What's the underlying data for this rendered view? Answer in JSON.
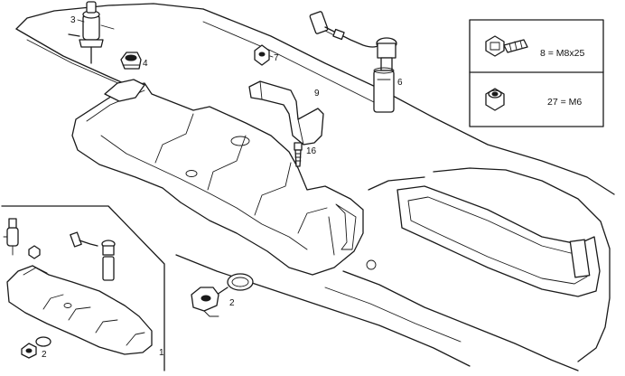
{
  "callouts": {
    "c3": "3",
    "c4": "4",
    "c7": "7",
    "c9": "9",
    "c16": "16",
    "c6": "6",
    "c1": "1",
    "c2a": "2",
    "c2b": "2"
  },
  "legend": {
    "row1": "8 = M8x25",
    "row2": "27 = M6"
  },
  "icons": [
    "bolt-icon",
    "nut-icon"
  ]
}
